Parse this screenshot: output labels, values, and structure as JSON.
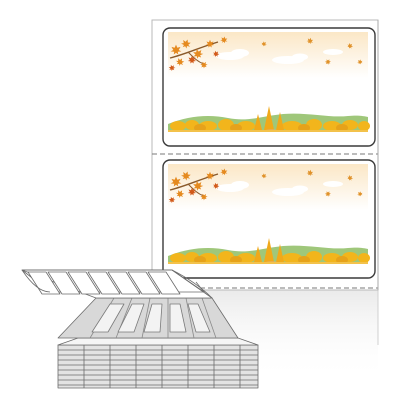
{
  "scene": {
    "subject": "fanfold-label-sheet",
    "labels_per_sheet": 2,
    "label_theme": "autumn-maple-landscape",
    "colors": {
      "sheet_border": "#b9b9b9",
      "label_border": "#3a3a3a",
      "perforation": "#7a7a7a",
      "sky_top": "#fbe7c6",
      "sky_fade": "#ffffff",
      "maple_orange": "#e58a1f",
      "maple_red": "#d25a1a",
      "tree_yellow": "#f2b51c",
      "tree_gold": "#e6a21a",
      "hill_green": "#9fc77a",
      "cloud": "#ffffff",
      "stack_line": "#6b6b6b",
      "stack_fill": "#f3f3f3",
      "stack_shade": "#cfcfcf"
    }
  }
}
